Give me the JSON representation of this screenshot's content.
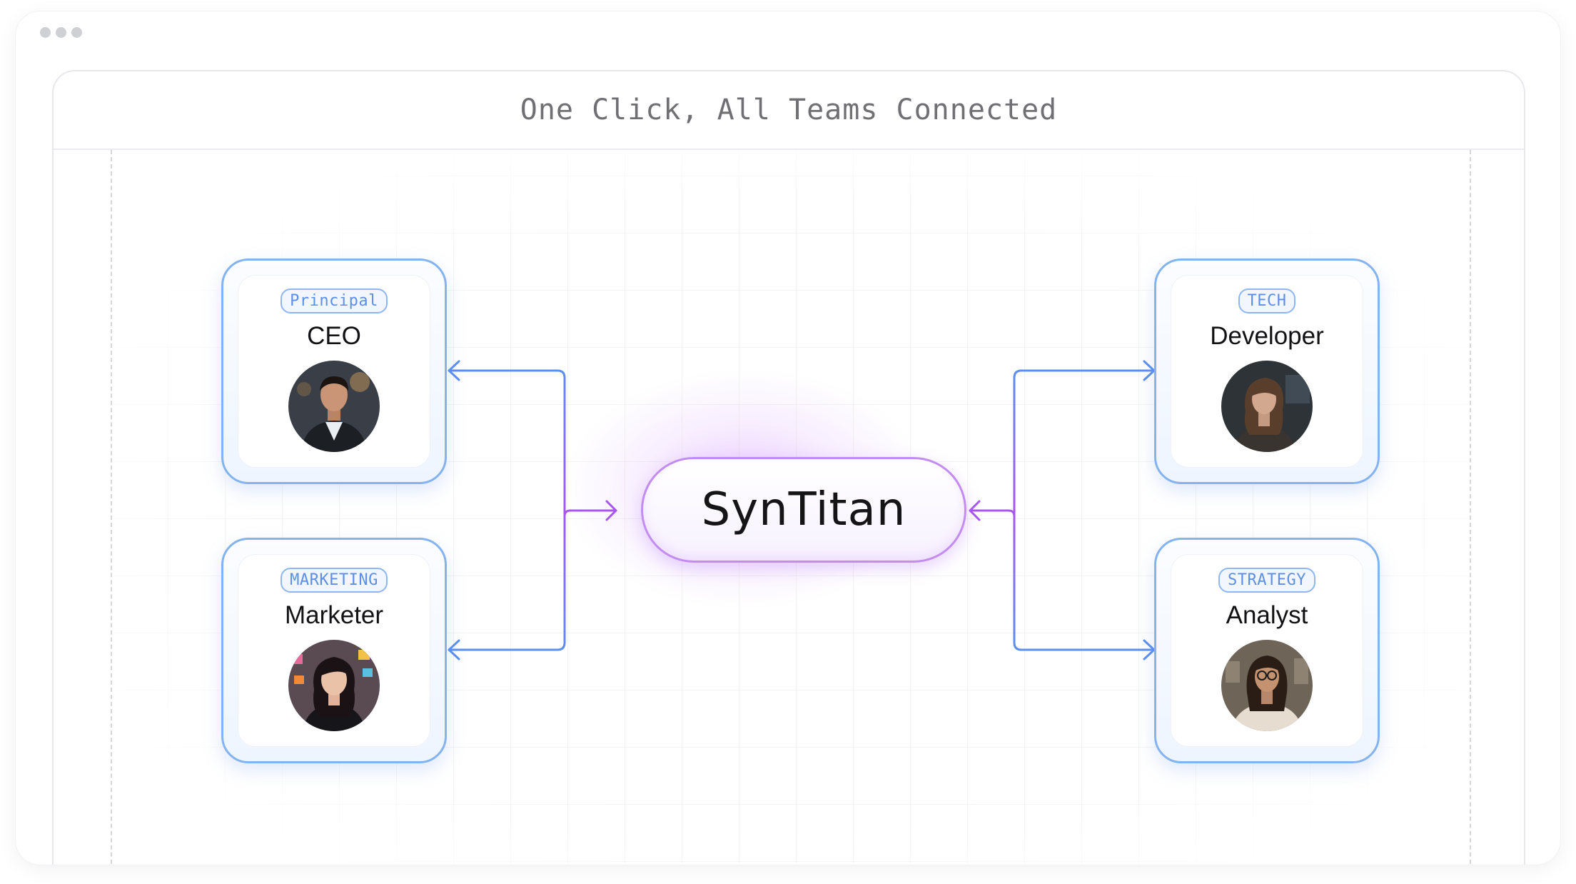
{
  "window": {
    "dots": [
      "dot",
      "dot",
      "dot"
    ]
  },
  "header": {
    "title": "One Click, All Teams Connected"
  },
  "hub": {
    "name": "SynTitan",
    "accent": "#c28cf2"
  },
  "colors": {
    "connector_blue": "#5b8ff0",
    "connector_purple": "#a955f0",
    "card_border": "#84b3f2"
  },
  "cards": [
    {
      "id": "ceo",
      "badge": "Principal",
      "role": "CEO",
      "avatar_icon": "man-in-suit-avatar"
    },
    {
      "id": "marketer",
      "badge": "MARKETING",
      "role": "Marketer",
      "avatar_icon": "woman-dark-hair-avatar"
    },
    {
      "id": "developer",
      "badge": "TECH",
      "role": "Developer",
      "avatar_icon": "woman-developer-avatar"
    },
    {
      "id": "analyst",
      "badge": "STRATEGY",
      "role": "Analyst",
      "avatar_icon": "man-glasses-avatar"
    }
  ]
}
